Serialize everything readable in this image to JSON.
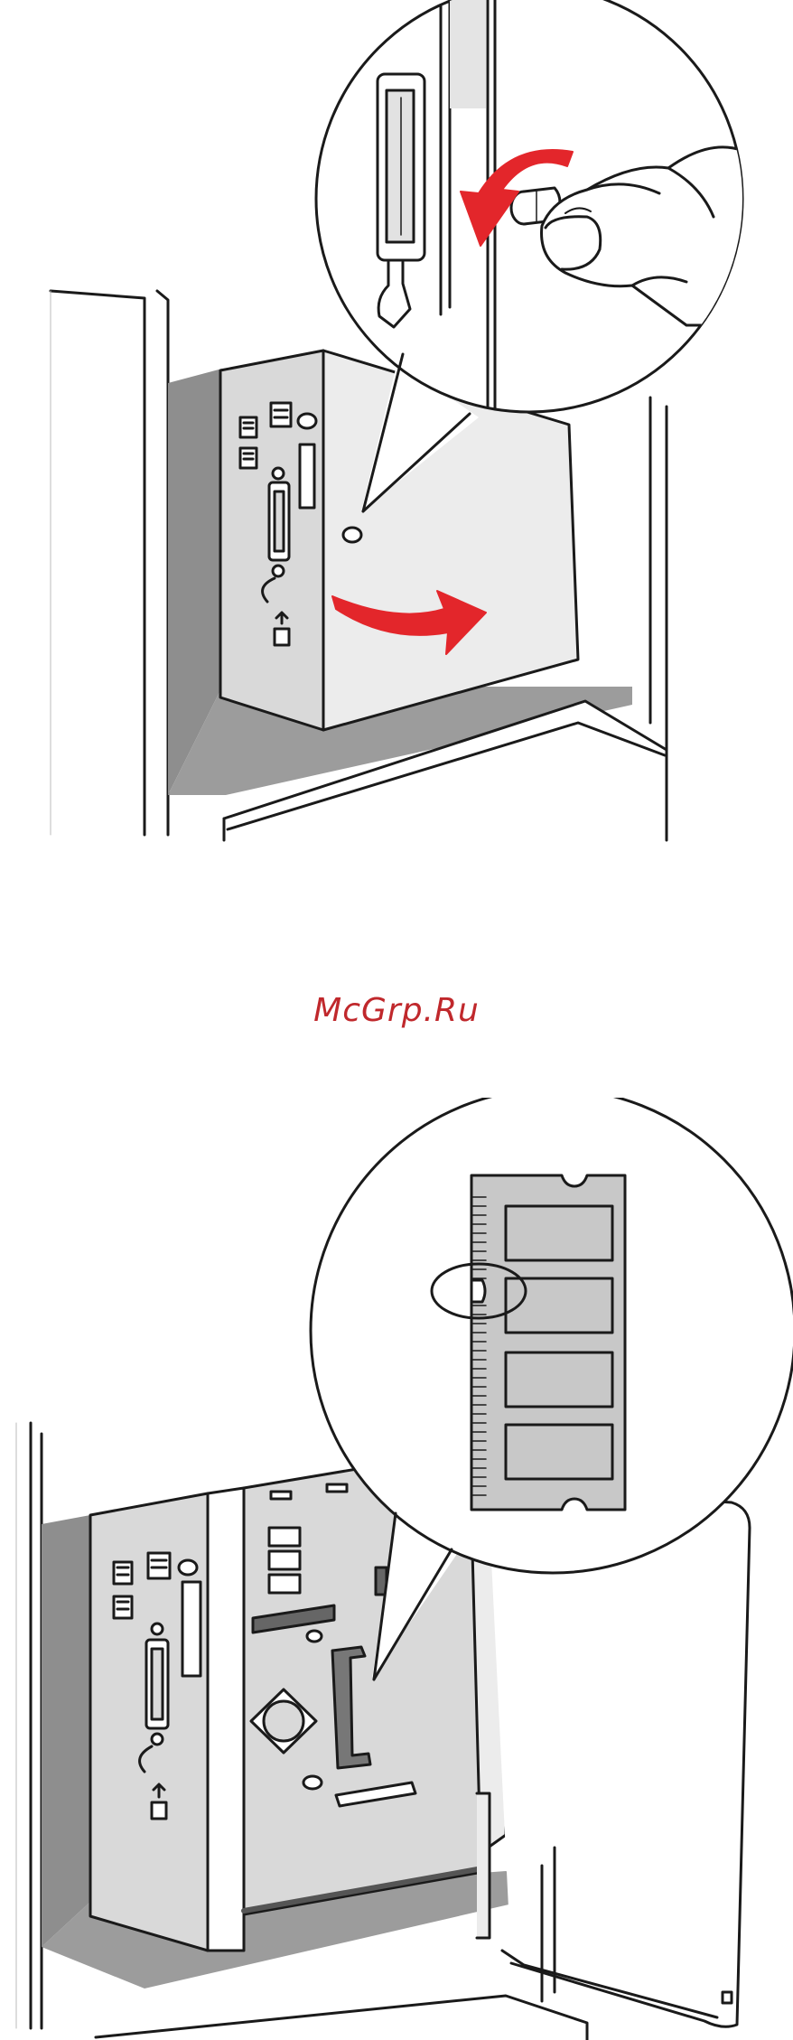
{
  "watermark": {
    "text": "McGrp.Ru",
    "color": "#c0282c"
  },
  "colors": {
    "line": "#1a1a1a",
    "panel_gray": "#d9d9d9",
    "cavity_gray": "#8e8e8e",
    "door_light": "#ececec",
    "card_gray": "#c8c8c8",
    "arrow_red": "#e3262b"
  },
  "figures": [
    {
      "id": "top",
      "icons": [
        "ethernet-port-icon",
        "parallel-port-icon",
        "usb-port-icon",
        "screw-icon",
        "red-arrow-icon",
        "fingers-icon"
      ]
    },
    {
      "id": "bottom",
      "icons": [
        "memory-card-icon",
        "notch-highlight-icon",
        "memory-slot-icon",
        "usb-port-icon"
      ]
    }
  ]
}
